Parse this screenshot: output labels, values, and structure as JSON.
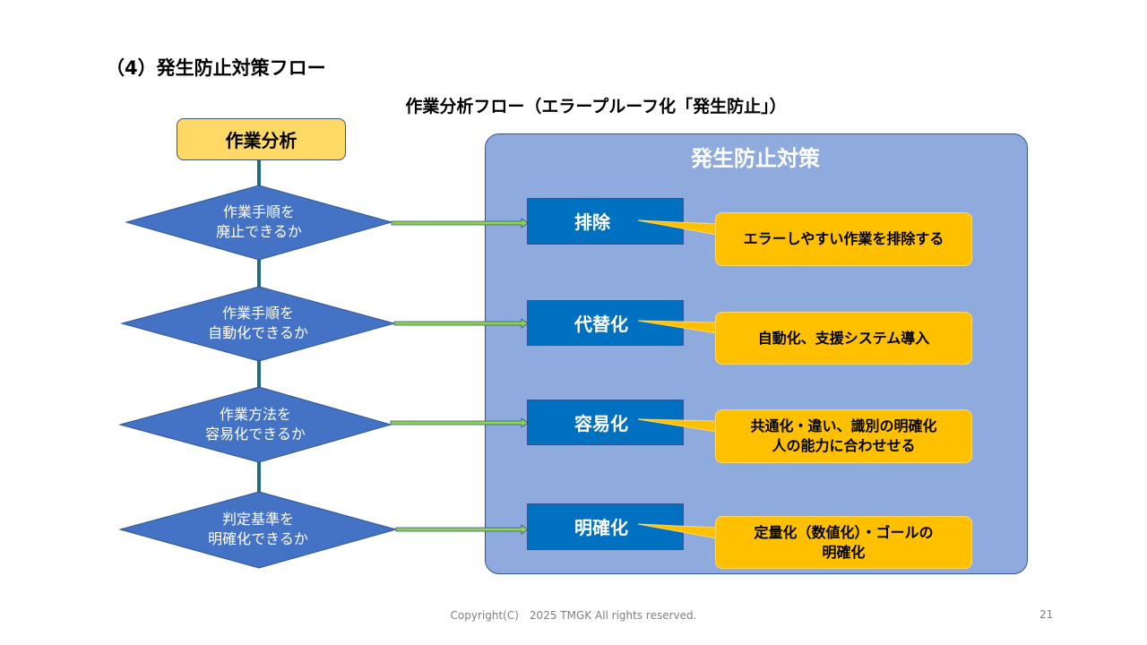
{
  "title": "（4）発生防止対策フロー",
  "subtitle": "作業分析フロー（エラープルーフ化「発生防止」）",
  "start": "作業分析",
  "questions": [
    {
      "line1": "作業手順を",
      "line2": "廃止できるか"
    },
    {
      "line1": "作業手順を",
      "line2": "自動化できるか"
    },
    {
      "line1": "作業方法を",
      "line2": "容易化できるか"
    },
    {
      "line1": "判定基準を",
      "line2": "明確化できるか"
    }
  ],
  "panel_title": "発生防止対策",
  "measures": [
    {
      "label": "排除",
      "line1": "エラーしやすい作業を排除する",
      "line2": ""
    },
    {
      "label": "代替化",
      "line1": "自動化、支援システム導入",
      "line2": ""
    },
    {
      "label": "容易化",
      "line1": "共通化・違い、識別の明確化",
      "line2": "人の能力に合わせせる"
    },
    {
      "label": "明確化",
      "line1": "定量化（数値化）・ゴールの",
      "line2": "明確化"
    }
  ],
  "footer": "Copyright(C)　2025 TMGK All rights reserved.",
  "page_number": "21",
  "colors": {
    "diamond": "#4472C4",
    "panel": "#8FAADC",
    "box": "#0070C0",
    "callout": "#FFC000",
    "start": "#FFD966",
    "arrow": "#92D050"
  }
}
